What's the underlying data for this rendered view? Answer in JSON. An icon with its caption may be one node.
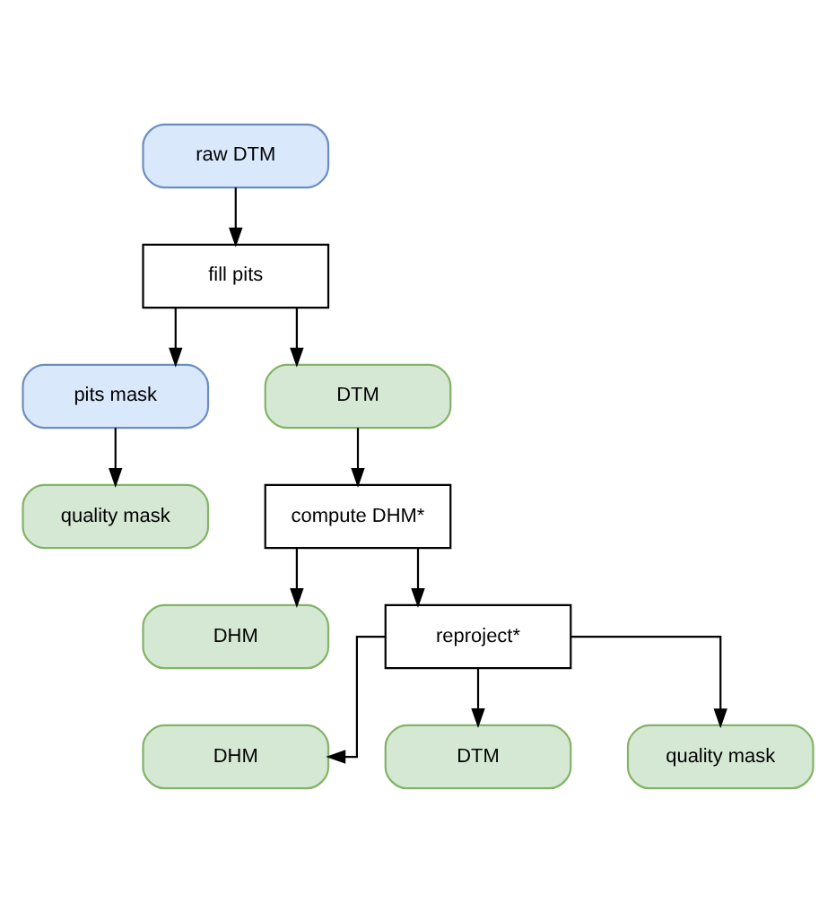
{
  "diagram": {
    "nodes": [
      {
        "text": [
          "raw DTM"
        ]
      },
      {
        "text": [
          "fill pits"
        ]
      },
      {
        "text": [
          "pits mask"
        ]
      },
      {
        "text": [
          "DTM"
        ]
      },
      {
        "text": [
          "quality mask"
        ]
      },
      {
        "text": [
          "compute DHM*"
        ]
      },
      {
        "text": [
          "DHM"
        ]
      },
      {
        "text": [
          "reproject*"
        ]
      },
      {
        "text": [
          "DHM"
        ]
      },
      {
        "text": [
          "DTM"
        ]
      },
      {
        "text": [
          "quality mask"
        ]
      }
    ],
    "edges": [
      {
        "from": 0,
        "to": 1,
        "arrow": "to"
      },
      {
        "from": 1,
        "to": 2,
        "arrow": "to"
      },
      {
        "from": 1,
        "to": 3,
        "arrow": "to"
      },
      {
        "from": 2,
        "to": 4,
        "arrow": "to"
      },
      {
        "from": 3,
        "to": 5,
        "arrow": "to"
      },
      {
        "from": 5,
        "to": 6,
        "arrow": "to"
      },
      {
        "from": 5,
        "to": 7,
        "arrow": "to"
      },
      {
        "from": 7,
        "to": 8,
        "arrow": "to"
      },
      {
        "from": 7,
        "to": 9,
        "arrow": "to"
      },
      {
        "from": 7,
        "to": 10,
        "arrow": "to"
      }
    ]
  }
}
